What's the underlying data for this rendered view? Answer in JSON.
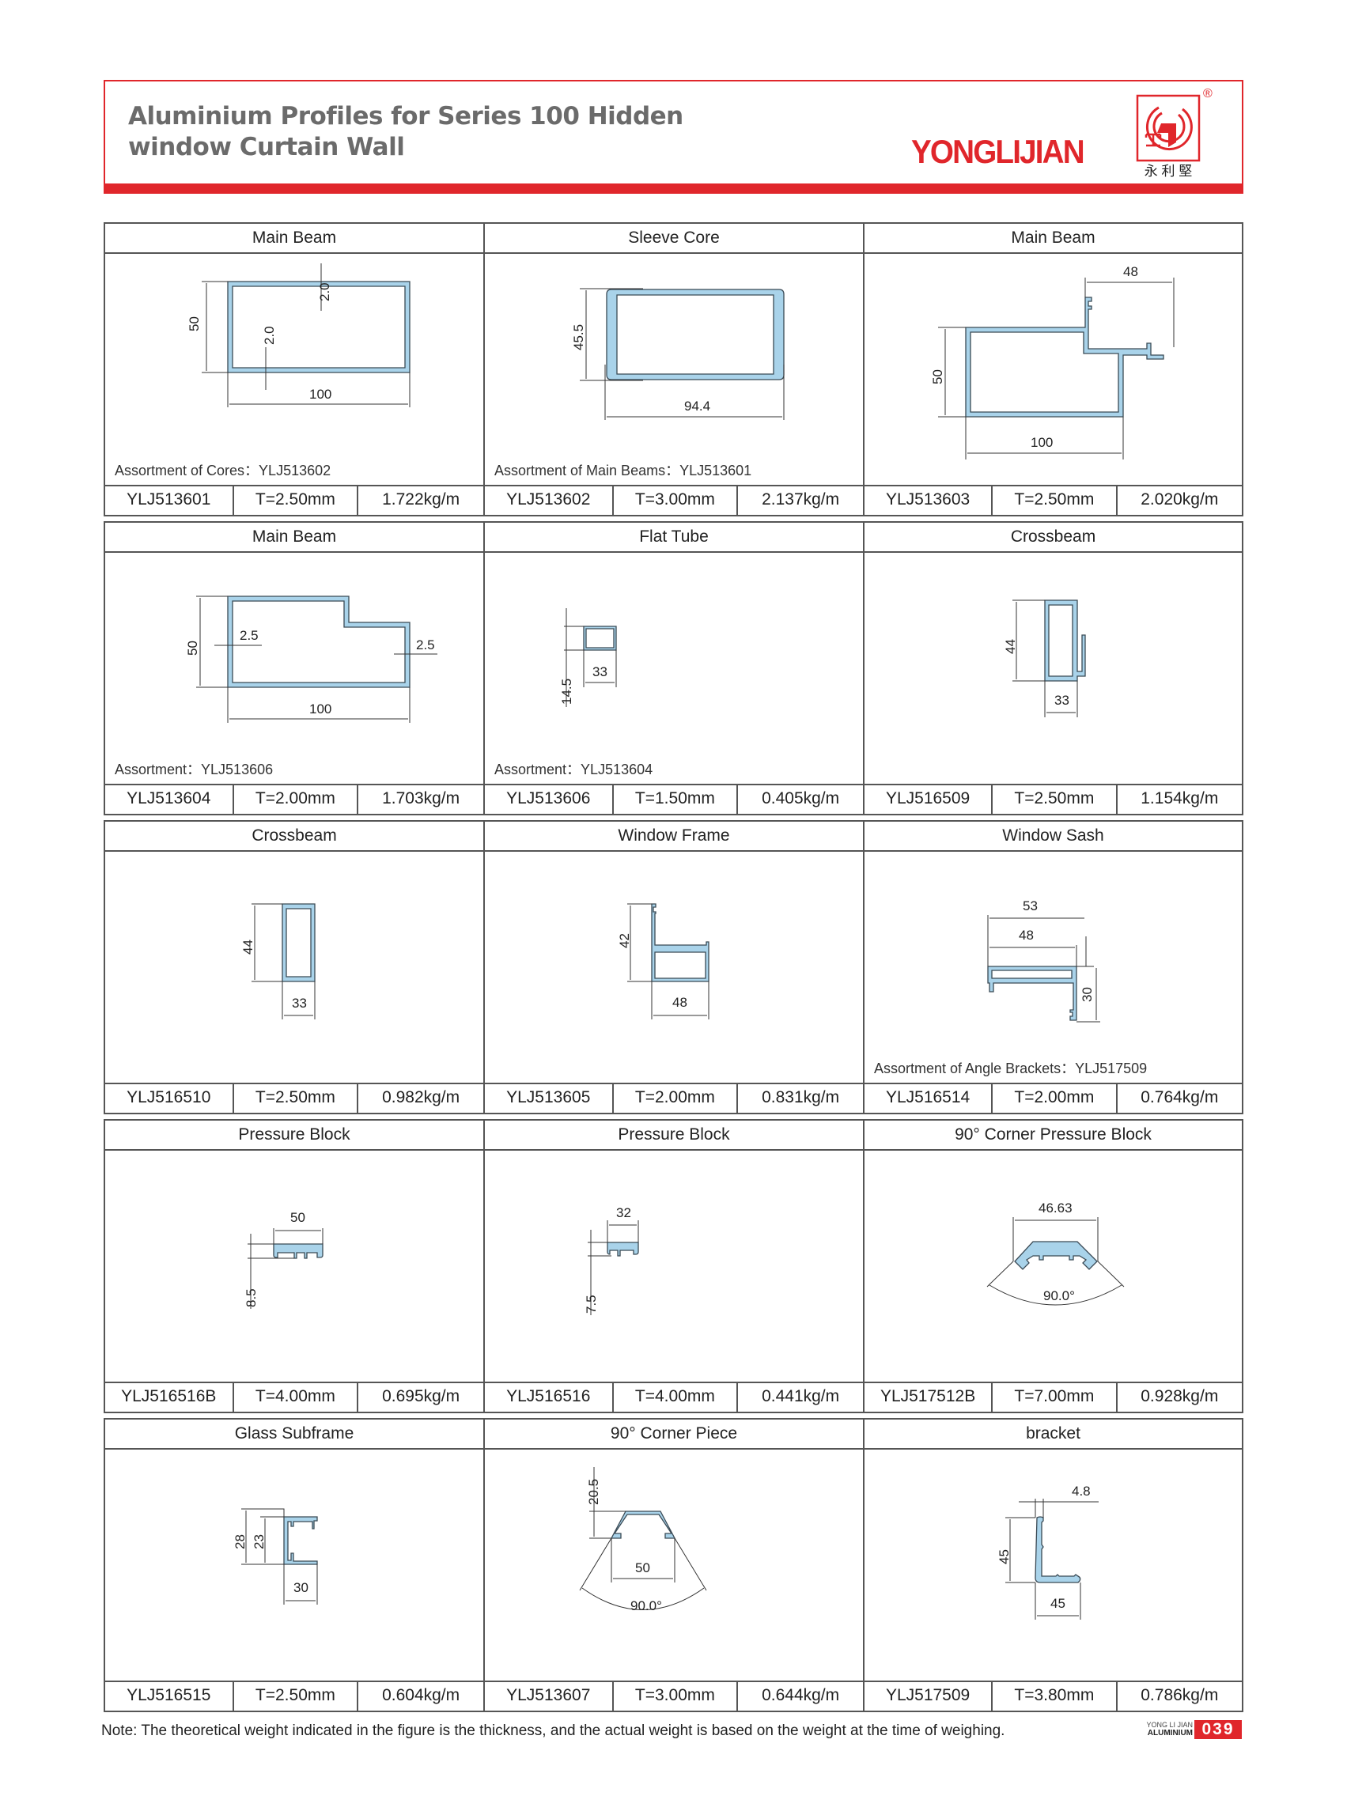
{
  "header": {
    "title_line1": "Aluminium Profiles for Series 100 Hidden",
    "title_line2": "window Curtain Wall",
    "brand": "YONGLIJIAN",
    "brand_cn": "永 利 堅",
    "registered": "®",
    "brand_color": "#e0262b"
  },
  "rows": [
    [
      {
        "title": "Main Beam",
        "assortment": "Assortment of Cores：YLJ513602",
        "code": "YLJ513601",
        "thickness": "T=2.50mm",
        "weight": "1.722kg/m",
        "dims": [
          "50",
          "100",
          "2.0",
          "2.0"
        ]
      },
      {
        "title": "Sleeve Core",
        "assortment": "Assortment of Main Beams：YLJ513601",
        "code": "YLJ513602",
        "thickness": "T=3.00mm",
        "weight": "2.137kg/m",
        "dims": [
          "45.5",
          "94.4"
        ]
      },
      {
        "title": "Main Beam",
        "assortment": "",
        "code": "YLJ513603",
        "thickness": "T=2.50mm",
        "weight": "2.020kg/m",
        "dims": [
          "48",
          "50",
          "100"
        ]
      }
    ],
    [
      {
        "title": "Main Beam",
        "assortment": "Assortment：YLJ513606",
        "code": "YLJ513604",
        "thickness": "T=2.00mm",
        "weight": "1.703kg/m",
        "dims": [
          "50",
          "2.5",
          "2.5",
          "100"
        ]
      },
      {
        "title": "Flat Tube",
        "assortment": "Assortment：YLJ513604",
        "code": "YLJ513606",
        "thickness": "T=1.50mm",
        "weight": "0.405kg/m",
        "dims": [
          "14.5",
          "33"
        ]
      },
      {
        "title": "Crossbeam",
        "assortment": "",
        "code": "YLJ516509",
        "thickness": "T=2.50mm",
        "weight": "1.154kg/m",
        "dims": [
          "44",
          "33"
        ]
      }
    ],
    [
      {
        "title": "Crossbeam",
        "assortment": "",
        "code": "YLJ516510",
        "thickness": "T=2.50mm",
        "weight": "0.982kg/m",
        "dims": [
          "44",
          "33"
        ]
      },
      {
        "title": "Window Frame",
        "assortment": "",
        "code": "YLJ513605",
        "thickness": "T=2.00mm",
        "weight": "0.831kg/m",
        "dims": [
          "42",
          "48"
        ]
      },
      {
        "title": "Window Sash",
        "assortment": "Assortment of Angle Brackets：YLJ517509",
        "code": "YLJ516514",
        "thickness": "T=2.00mm",
        "weight": "0.764kg/m",
        "dims": [
          "53",
          "48",
          "30"
        ]
      }
    ],
    [
      {
        "title": "Pressure Block",
        "assortment": "",
        "code": "YLJ516516B",
        "thickness": "T=4.00mm",
        "weight": "0.695kg/m",
        "dims": [
          "50",
          "8.5"
        ]
      },
      {
        "title": "Pressure Block",
        "assortment": "",
        "code": "YLJ516516",
        "thickness": "T=4.00mm",
        "weight": "0.441kg/m",
        "dims": [
          "32",
          "7.5"
        ]
      },
      {
        "title": "90°   Corner Pressure Block",
        "assortment": "",
        "code": "YLJ517512B",
        "thickness": "T=7.00mm",
        "weight": "0.928kg/m",
        "dims": [
          "46.63",
          "90.0°"
        ]
      }
    ],
    [
      {
        "title": "Glass Subframe",
        "assortment": "",
        "code": "YLJ516515",
        "thickness": "T=2.50mm",
        "weight": "0.604kg/m",
        "dims": [
          "28",
          "23",
          "30"
        ]
      },
      {
        "title": "90°   Corner Piece",
        "assortment": "",
        "code": "YLJ513607",
        "thickness": "T=3.00mm",
        "weight": "0.644kg/m",
        "dims": [
          "20.5",
          "50",
          "90.0°"
        ]
      },
      {
        "title": "bracket",
        "assortment": "",
        "code": "YLJ517509",
        "thickness": "T=3.80mm",
        "weight": "0.786kg/m",
        "dims": [
          "4.8",
          "45",
          "45"
        ]
      }
    ]
  ],
  "footer": {
    "note": "Note: The theoretical weight indicated in the figure is the thickness, and the actual weight is based on the weight at the time of weighing.",
    "brand_small": "YONG LI JIAN",
    "brand_small2": "ALUMINIUM",
    "page_number": "039",
    "page_color": "#e0262b"
  },
  "colors": {
    "profile_fill": "#a9d3ea",
    "grid_line": "#555555",
    "title_grey": "#6b6b6b"
  }
}
